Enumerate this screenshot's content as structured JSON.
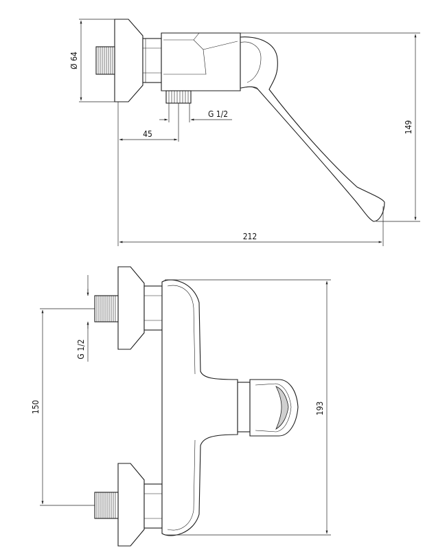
{
  "side_view": {
    "dim_diameter": "Ø 64",
    "dim_thread": "G 1/2",
    "dim_offset": "45",
    "dim_height": "149",
    "dim_length": "212"
  },
  "front_view": {
    "dim_thread": "G 1/2",
    "dim_spacing": "150",
    "dim_height": "193"
  }
}
